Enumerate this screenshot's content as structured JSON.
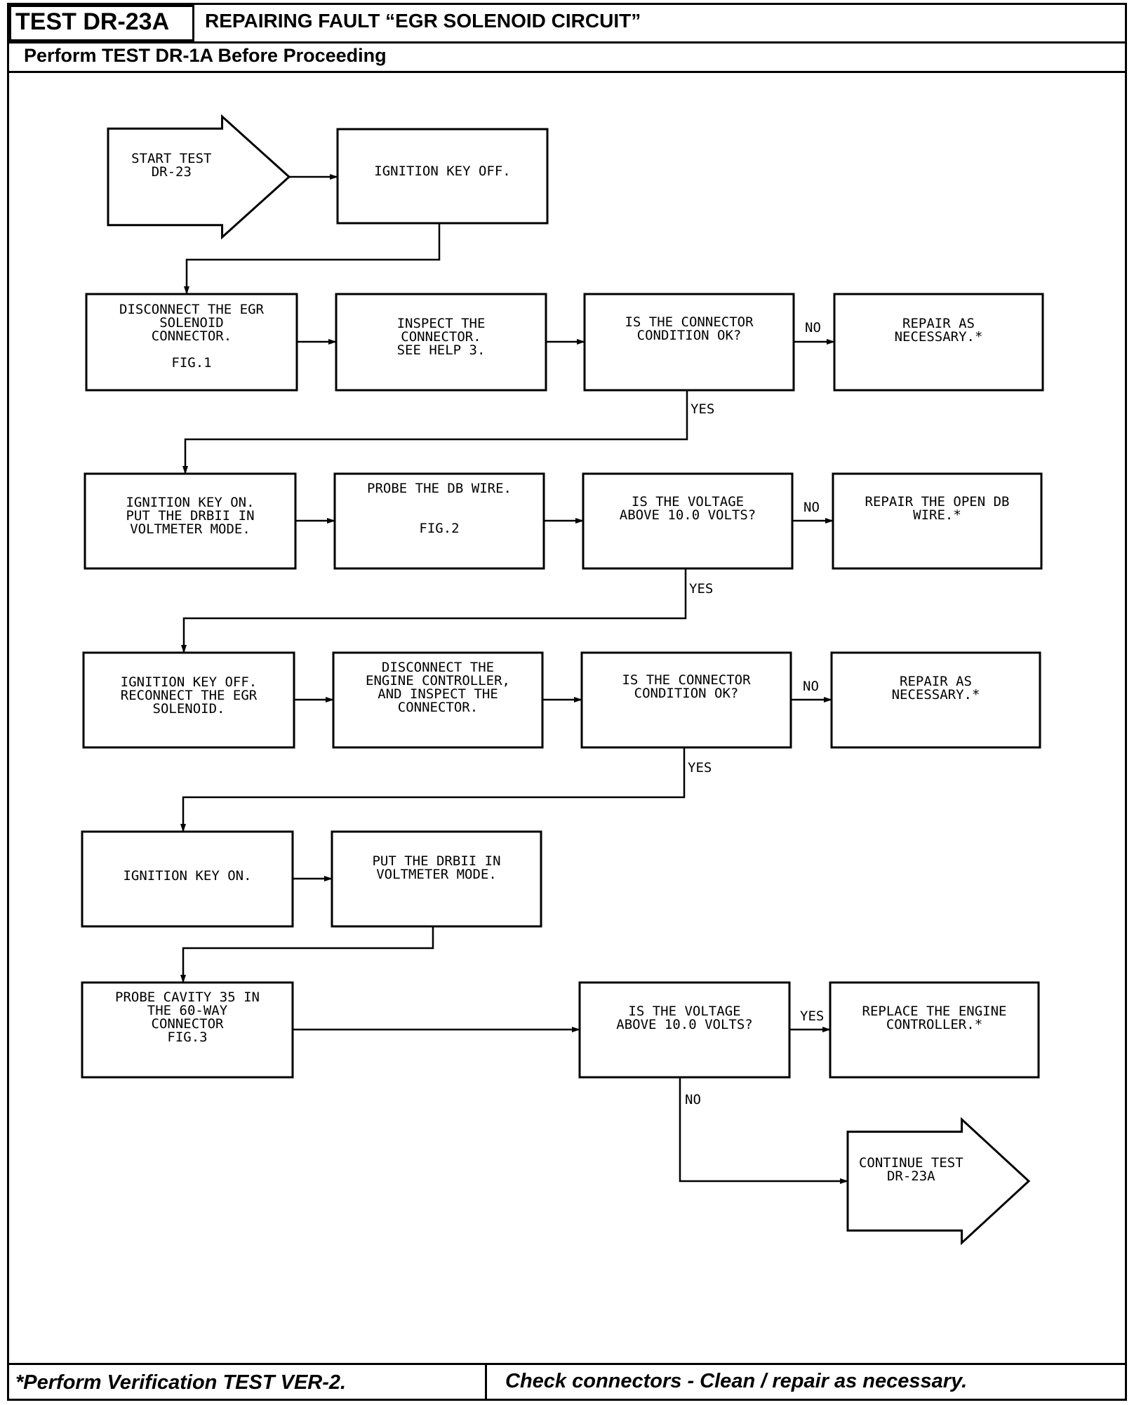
{
  "header": {
    "test_id": "TEST DR-23A",
    "title": "REPAIRING FAULT “EGR SOLENOID CIRCUIT”",
    "subtitle": "Perform TEST DR-1A Before Proceeding"
  },
  "footer": {
    "left": "*Perform Verification TEST VER-2.",
    "right": "Check connectors - Clean / repair as necessary."
  },
  "nodes": {
    "start": [
      "START TEST",
      "DR-23"
    ],
    "n1": [
      "IGNITION KEY OFF."
    ],
    "n2": [
      "DISCONNECT THE EGR",
      "SOLENOID",
      "CONNECTOR.",
      "",
      "FIG.1"
    ],
    "n3": [
      "INSPECT THE",
      "CONNECTOR.",
      "SEE HELP 3."
    ],
    "d1": [
      "IS THE CONNECTOR",
      "CONDITION OK?"
    ],
    "r1": [
      "REPAIR AS",
      "NECESSARY.*"
    ],
    "n4": [
      "IGNITION KEY ON.",
      "PUT THE DRBII IN",
      "VOLTMETER MODE."
    ],
    "n5": [
      "PROBE THE DB WIRE.",
      "",
      "",
      "FIG.2"
    ],
    "d2": [
      "IS THE VOLTAGE",
      "ABOVE 10.0 VOLTS?"
    ],
    "r2": [
      "REPAIR THE OPEN DB",
      "WIRE.*"
    ],
    "n6": [
      "IGNITION KEY OFF.",
      "RECONNECT THE EGR",
      "SOLENOID."
    ],
    "n7": [
      "DISCONNECT THE",
      "ENGINE CONTROLLER,",
      "AND INSPECT THE",
      "CONNECTOR."
    ],
    "d3": [
      "IS THE CONNECTOR",
      "CONDITION OK?"
    ],
    "r3": [
      "REPAIR AS",
      "NECESSARY.*"
    ],
    "n8": [
      "IGNITION KEY ON."
    ],
    "n9": [
      "PUT THE DRBII IN",
      "VOLTMETER MODE."
    ],
    "n10": [
      "PROBE CAVITY 35 IN",
      "THE 60-WAY",
      "CONNECTOR",
      "FIG.3"
    ],
    "d4": [
      "IS THE VOLTAGE",
      "ABOVE 10.0 VOLTS?"
    ],
    "r4": [
      "REPLACE THE ENGINE",
      "CONTROLLER.*"
    ],
    "end": [
      "CONTINUE TEST",
      "DR-23A"
    ]
  },
  "labels": {
    "no1": "NO",
    "yes1": "YES",
    "no2": "NO",
    "yes2": "YES",
    "no3": "NO",
    "yes3": "YES",
    "yes4": "YES",
    "no4": "NO"
  }
}
